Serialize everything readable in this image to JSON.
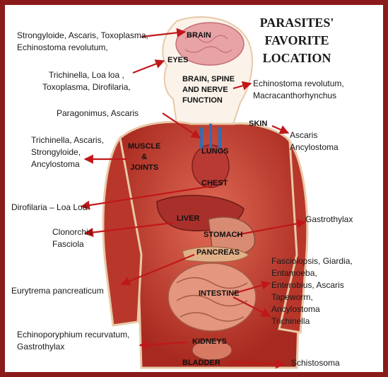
{
  "title": {
    "lines": [
      "PARASITES'",
      "FAVORITE",
      "LOCATION"
    ]
  },
  "organs": {
    "brain": "BRAIN",
    "eyes": "EYES",
    "brain_spine": [
      "BRAIN, SPINE",
      "AND NERVE",
      "FUNCTION"
    ],
    "skin": "SKIN",
    "muscle": [
      "MUSCLE",
      "&",
      "JOINTS"
    ],
    "lungs": "LUNGS",
    "chest": "CHEST",
    "liver": "LIVER",
    "stomach": "STOMACH",
    "pancreas": "PANCREAS",
    "intestine": "INTESTINE",
    "kidneys": "KIDNEYS",
    "bladder": "BLADDER"
  },
  "parasites": {
    "brain": [
      "Strongyloide, Ascaris, Toxoplasma,",
      "Echinostoma revolutum,"
    ],
    "eyes": [
      "Trichinella, Loa loa ,",
      "Toxoplasma, Dirofilaria,"
    ],
    "brain_spine": [
      "Echinostoma revolutum,",
      "Macracanthorhynchus"
    ],
    "lungs": [
      "Paragonimus, Ascaris"
    ],
    "skin": [
      "Ascaris",
      "Ancylostoma"
    ],
    "muscle": [
      "Trichinella, Ascaris,",
      "Strongyloide,",
      "Ancylostoma"
    ],
    "chest": [
      "Dirofilaria – Loa Loa"
    ],
    "liver": [
      "Clonorchis",
      "Fasciola"
    ],
    "stomach": [
      "Gastrothylax"
    ],
    "pancreas": [
      "Eurytrema pancreaticum"
    ],
    "intestine": [
      "Fasciolopsis, Giardia,",
      "Entamoeba,",
      "Enterobius, Ascaris",
      "Tapeworm,",
      "Ancylostoma",
      "Trichinella"
    ],
    "kidneys": [
      "Echinoporyphium recurvatum,",
      "Gastrothylax"
    ],
    "bladder": [
      "Schistosoma"
    ]
  },
  "colors": {
    "frame": "#8b1a1a",
    "arrow": "#c0181a",
    "muscle": "#c7402f",
    "skin_outline": "#e8c9a8"
  }
}
